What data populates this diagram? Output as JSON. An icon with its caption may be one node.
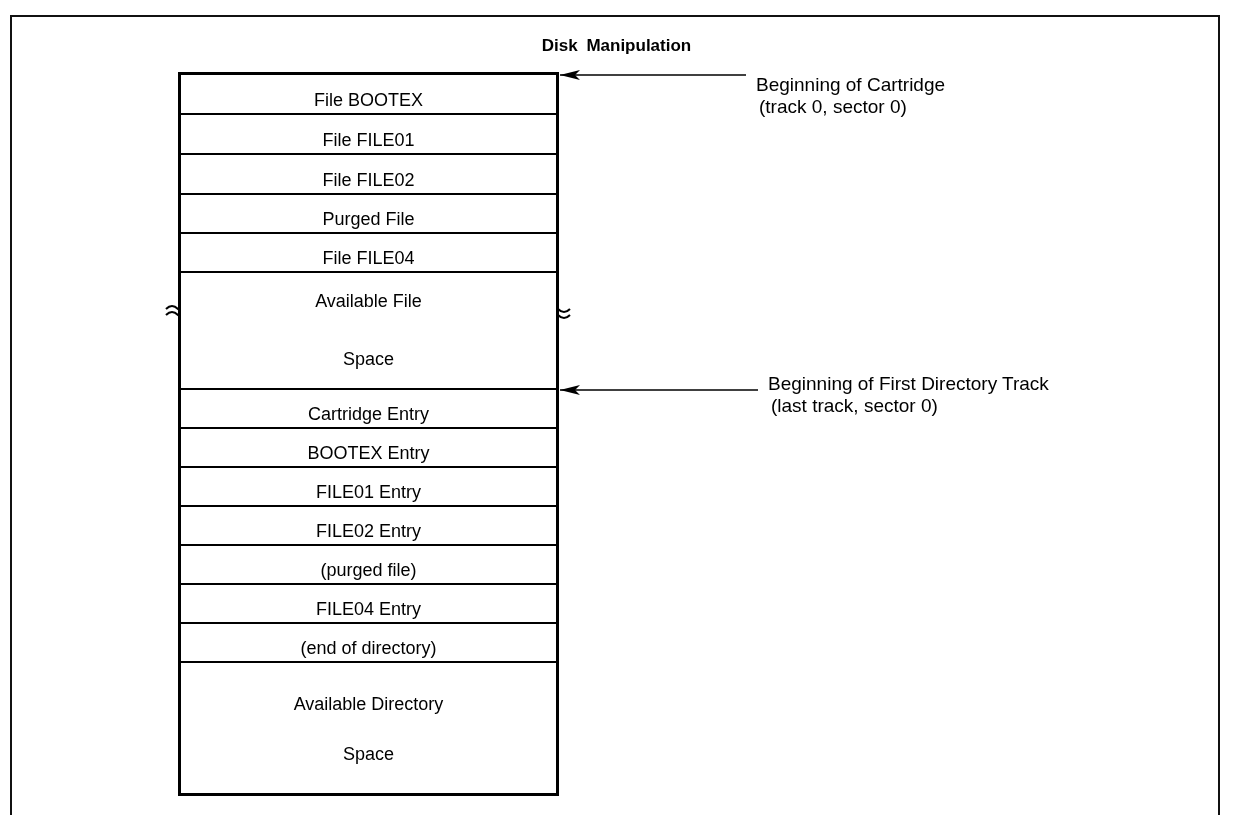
{
  "diagram": {
    "title": "Disk Manipulation",
    "nodes": [
      {
        "text": [],
        "shape": "box"
      },
      {
        "text": [
          "File BOOTEX"
        ],
        "in": 0
      },
      {
        "text": [
          "File FILE01"
        ],
        "in": 0
      },
      {
        "text": [
          "File FILE02"
        ],
        "in": 0
      },
      {
        "text": [
          "Purged File"
        ],
        "in": 0
      },
      {
        "text": [
          "File FILE04"
        ],
        "in": 0
      },
      {
        "text": [
          "Available File Space"
        ],
        "in": 0
      },
      {
        "text": [
          "Cartridge Entry"
        ],
        "in": 0
      },
      {
        "text": [
          "BOOTEX Entry"
        ],
        "in": 0
      },
      {
        "text": [
          "FILE01 Entry"
        ],
        "in": 0
      },
      {
        "text": [
          "FILE02 Entry"
        ],
        "in": 0
      },
      {
        "text": [
          "(purged file)"
        ],
        "in": 0
      },
      {
        "text": [
          "FILE04 Entry"
        ],
        "in": 0
      },
      {
        "text": [
          "(end of directory)"
        ],
        "in": 0
      },
      {
        "text": [
          "Available Directory Space"
        ],
        "in": 0
      },
      {
        "text": [
          "Beginning of Cartridge",
          "(track 0, sector 0)"
        ]
      },
      {
        "text": [
          "Beginning of First Directory Track",
          "(last track, sector 0)"
        ]
      }
    ],
    "edges": [
      {
        "from": 15,
        "to": 1,
        "arrow": "to"
      },
      {
        "from": 16,
        "to": 7,
        "arrow": "to"
      }
    ]
  }
}
